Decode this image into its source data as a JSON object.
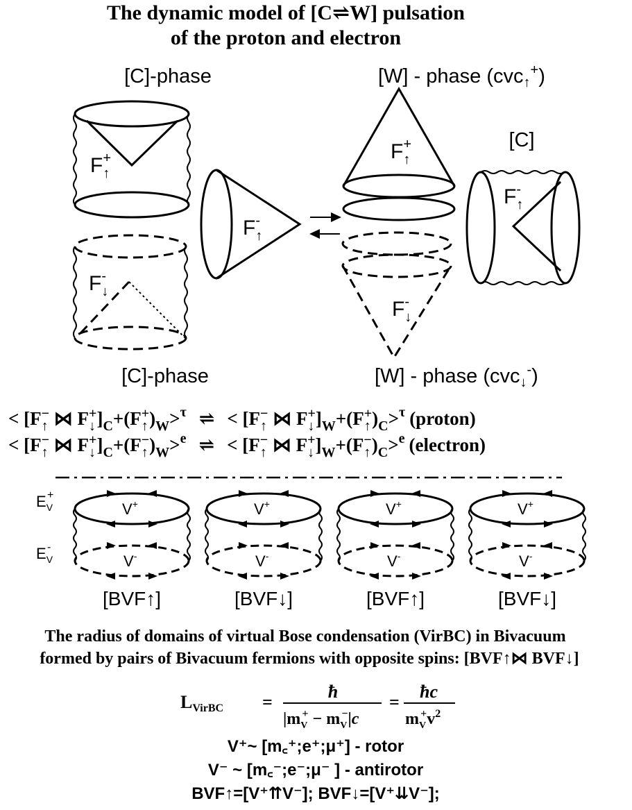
{
  "title": {
    "line1": "The dynamic model of [C⇌W] pulsation",
    "line2": "of the proton and electron"
  },
  "phases": {
    "c_top": "[C]-phase",
    "c_bottom": "[C]-phase",
    "w_top": "[W] - phase (cvc",
    "w_top_sub": "↑",
    "w_top_sup": "+",
    "w_top_close": ")",
    "w_bottom": "[W] - phase (cvc",
    "w_bottom_sub": "↓",
    "w_bottom_sup": "-",
    "w_bottom_close": ")",
    "c_right": "[C]"
  },
  "fermion_labels": {
    "f_up_plus": "F",
    "f_up_plus_sub": "↑",
    "f_up_plus_sup": "+",
    "f_down_minus_sub": "↓",
    "f_minus_sup": "-"
  },
  "formulas": {
    "proton": {
      "left": "< [F",
      "left2": "⋈ F",
      "right": "< [F",
      "right2": "⋈ F",
      "eq": "⇌",
      "label": "(proton)",
      "exp": "τ"
    },
    "electron": {
      "label": "(electron)",
      "exp": "e"
    }
  },
  "bvf": {
    "energy_plus": "E",
    "energy_minus": "E",
    "energy_sub": "V",
    "v_plus": "V",
    "v_minus": "V",
    "labels": [
      "[BVF↑]",
      "[BVF↓]",
      "[BVF↑]",
      "[BVF↓]"
    ]
  },
  "caption": {
    "line1": "The radius of domains of virtual Bose condensation (VirBC) in Bivacuum",
    "line2": "formed by pairs of Bivacuum fermions with opposite spins: [BVF↑⋈ BVF↓]"
  },
  "equation": {
    "lhs": "L",
    "lhs_sub": "VirBC",
    "eq": "=",
    "num1": "ħ",
    "den1": "|m",
    "num2": "ħc",
    "den2": "m"
  },
  "definitions": {
    "rotor": "V⁺~ [m꜀⁺;e⁺;μ⁺] - rotor",
    "antirotor": "V⁻ ~ [m꜀⁻;e⁻;μ⁻ ] - antirotor",
    "bvf_def": "BVF↑=[V⁺⇈V⁻];  BVF↓=[V⁺⇊V⁻];"
  }
}
